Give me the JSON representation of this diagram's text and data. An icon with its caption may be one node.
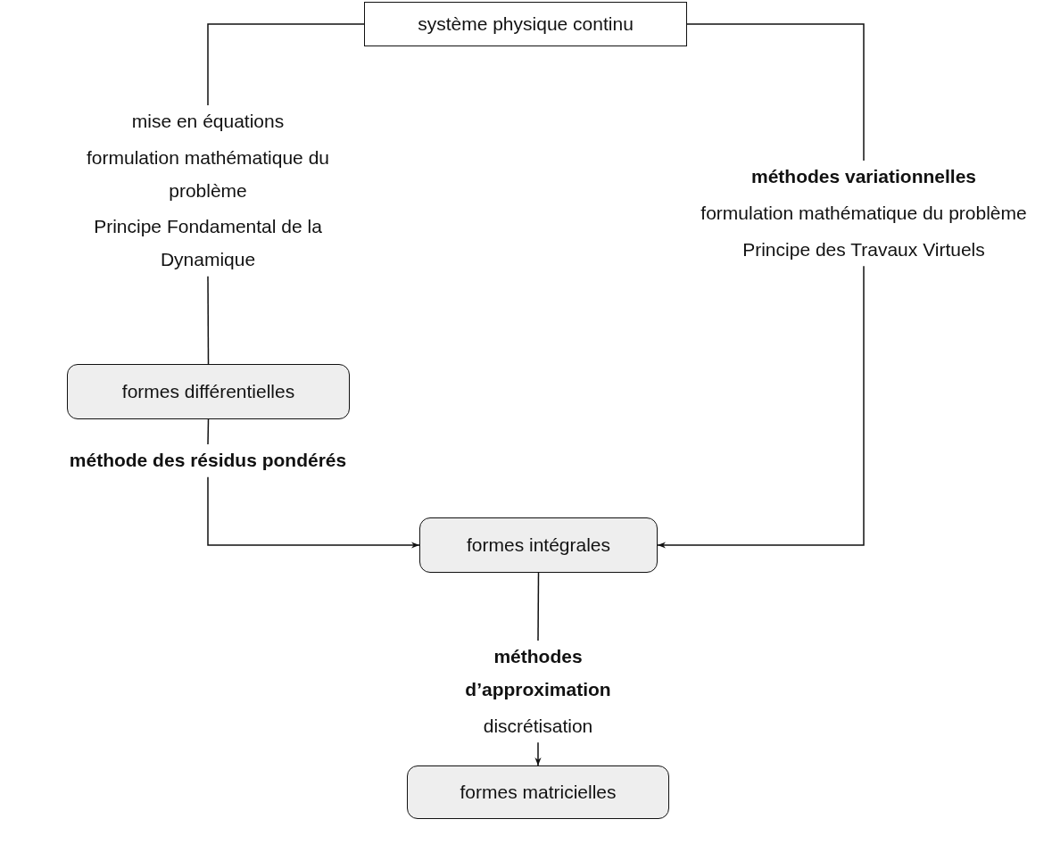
{
  "diagram": {
    "nodes": [
      {
        "text": [
          "système physique continu"
        ]
      },
      {
        "text": [
          "mise en équations",
          "formulation mathématique du problème",
          "Principe Fondamental de la Dynamique"
        ]
      },
      {
        "text": [
          "méthodes variationnelles",
          "formulation mathématique du problème",
          "Principe des Travaux Virtuels"
        ]
      },
      {
        "text": [
          "formes différentielles"
        ]
      },
      {
        "text": [
          "méthode des résidus pondérés"
        ]
      },
      {
        "text": [
          "formes intégrales"
        ]
      },
      {
        "text": [
          "méthodes d’approximation",
          "discrétisation"
        ]
      },
      {
        "text": [
          "formes matricielles"
        ]
      }
    ],
    "edges": [
      {
        "from": 0,
        "to": 1,
        "arrow": "none"
      },
      {
        "from": 1,
        "to": 3,
        "arrow": "none"
      },
      {
        "from": 0,
        "to": 2,
        "arrow": "none"
      },
      {
        "from": 3,
        "to": 4,
        "arrow": "none"
      },
      {
        "from": 4,
        "to": 5,
        "arrow": "to"
      },
      {
        "from": 2,
        "to": 5,
        "arrow": "to"
      },
      {
        "from": 5,
        "to": 6,
        "arrow": "none"
      },
      {
        "from": 6,
        "to": 7,
        "arrow": "to"
      }
    ]
  }
}
